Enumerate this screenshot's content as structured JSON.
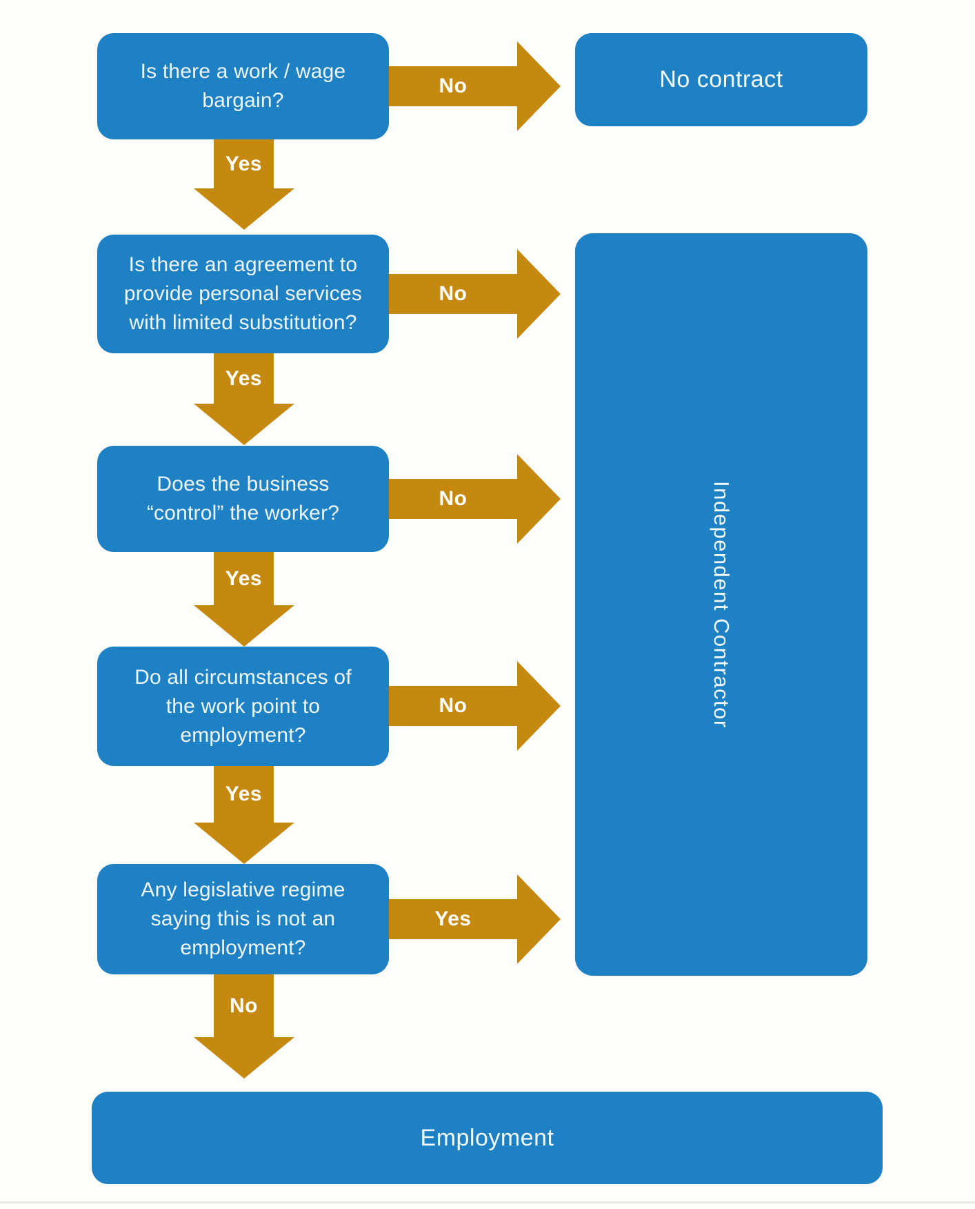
{
  "colors": {
    "node_blue": "#1e81c3",
    "arrow_gold": "#c6890f",
    "background": "#fdfdfb",
    "text_light": "#f2f9fd"
  },
  "nodes": {
    "q1": {
      "text": "Is there a work / wage\nbargain?"
    },
    "q2": {
      "text": "Is there an agreement to\nprovide personal services\nwith limited substitution?"
    },
    "q3": {
      "text": "Does the business\n“control” the worker?"
    },
    "q4": {
      "text": "Do all circumstances of\nthe work point to\nemployment?"
    },
    "q5": {
      "text": "Any legislative regime\nsaying this is not an\nemployment?"
    },
    "no_contract": {
      "text": "No contract"
    },
    "independent_contractor": {
      "text": "Independent Contractor"
    },
    "employment": {
      "text": "Employment"
    }
  },
  "edges": {
    "e1_right": "No",
    "e1_down": "Yes",
    "e2_right": "No",
    "e2_down": "Yes",
    "e3_right": "No",
    "e3_down": "Yes",
    "e4_right": "No",
    "e4_down": "Yes",
    "e5_right": "Yes",
    "e5_down": "No"
  }
}
